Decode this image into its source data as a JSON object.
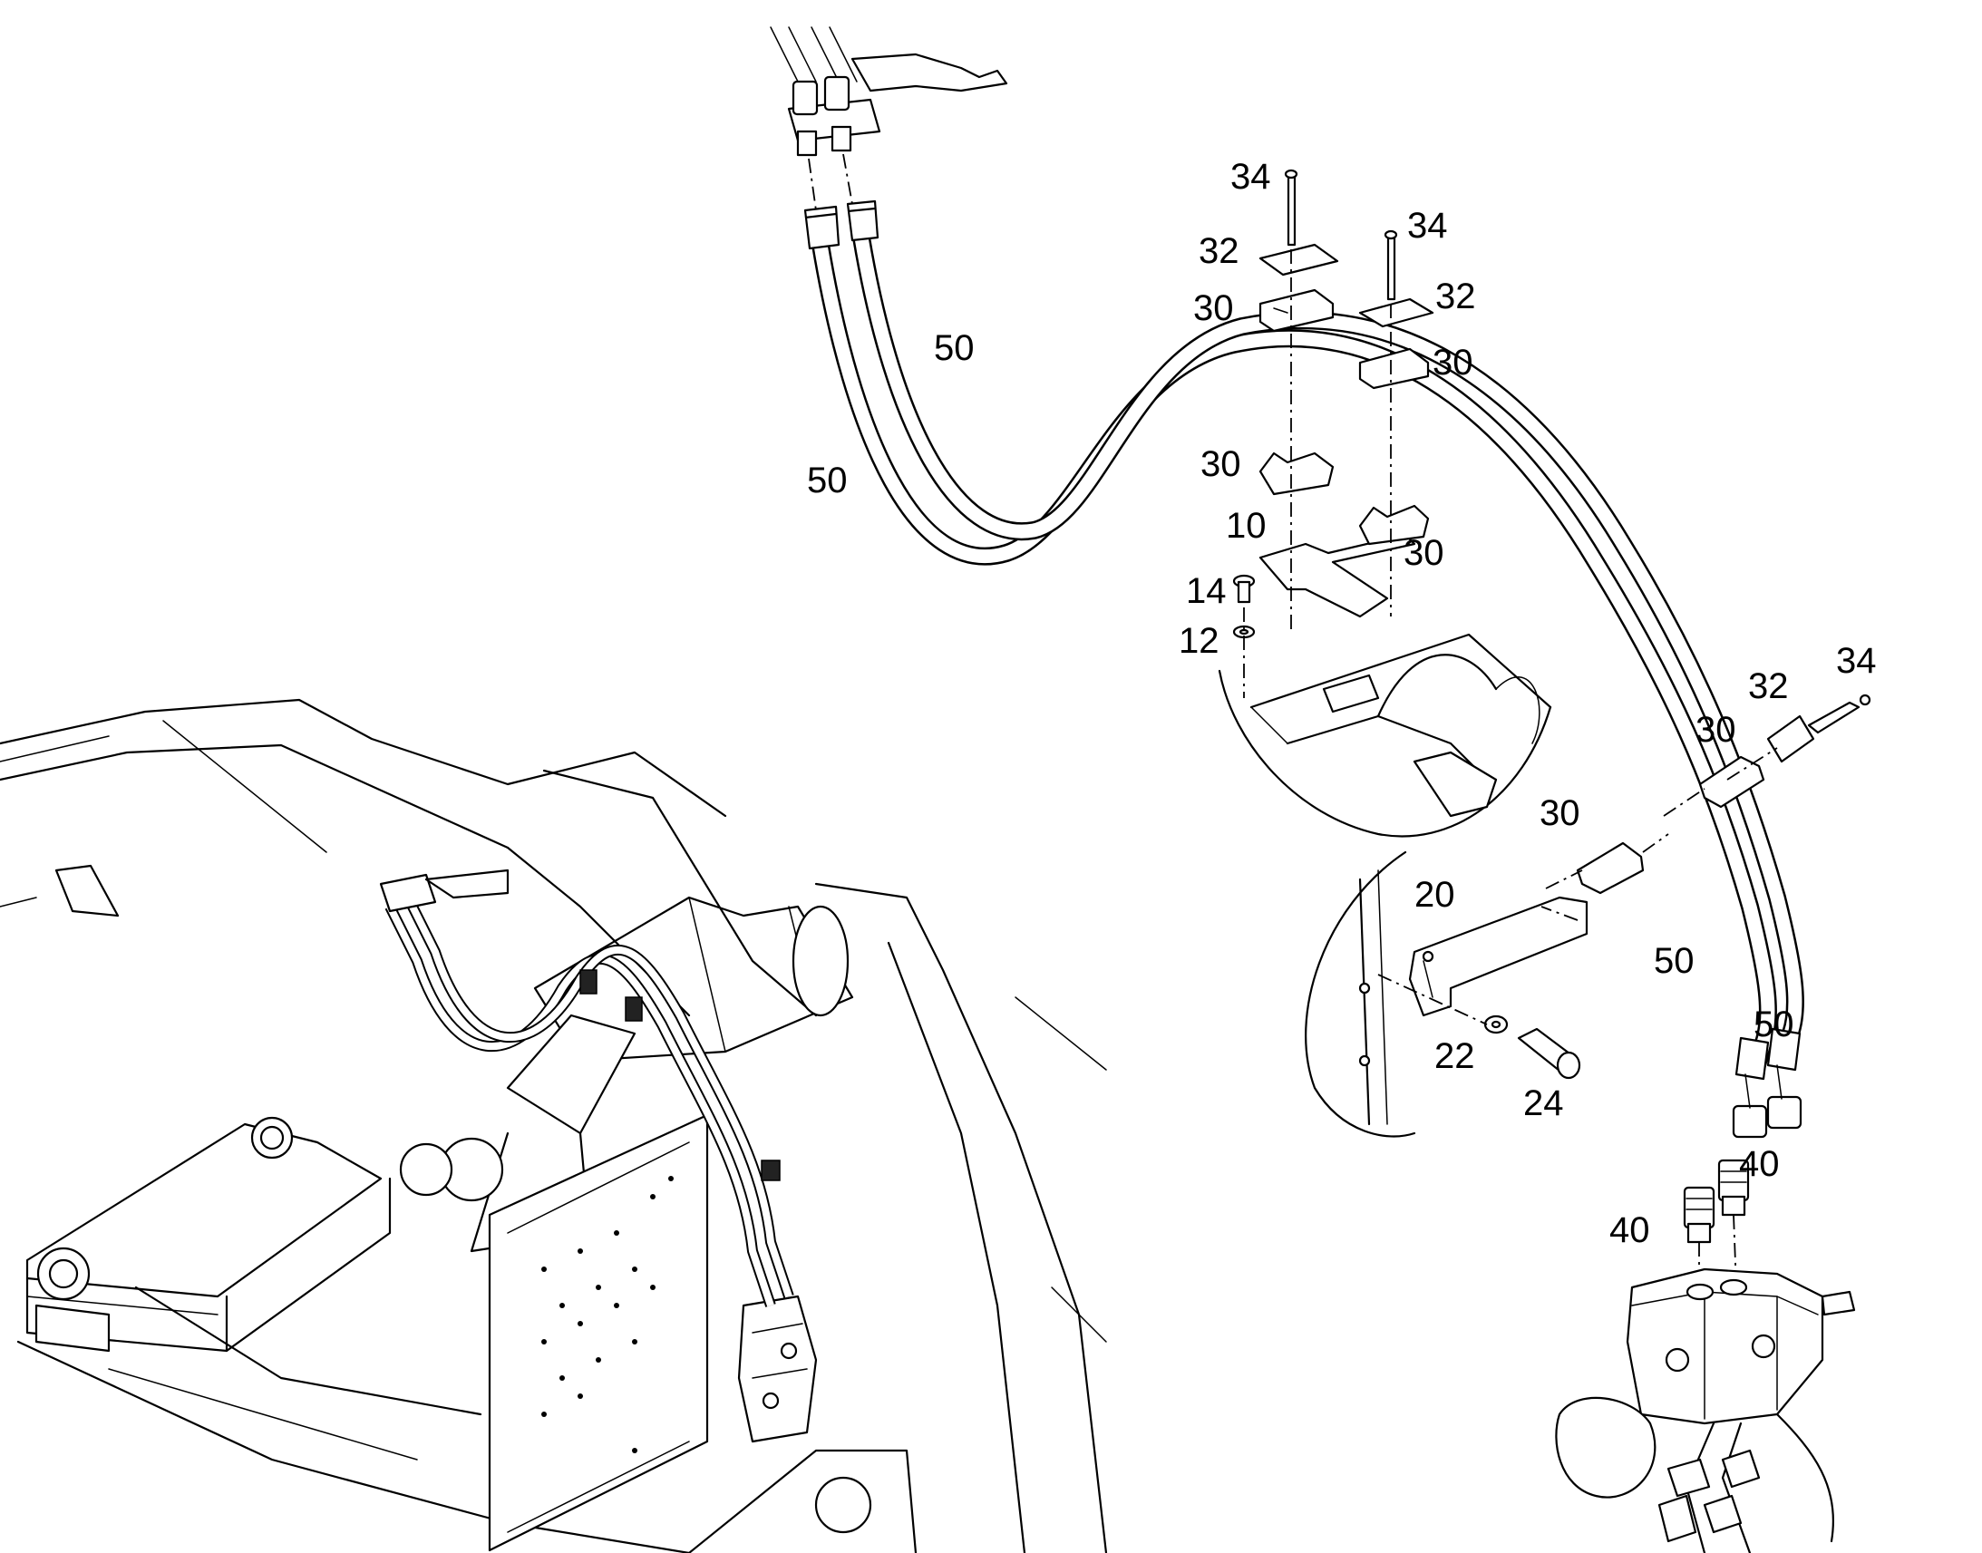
{
  "callouts": {
    "c34a": "34",
    "c34b": "34",
    "c34c": "34",
    "c32a": "32",
    "c32b": "32",
    "c32c": "32",
    "c30a": "30",
    "c30b": "30",
    "c30c": "30",
    "c30d": "30",
    "c30e": "30",
    "c30f": "30",
    "c50a": "50",
    "c50b": "50",
    "c50c": "50",
    "c50d": "50",
    "c10": "10",
    "c14": "14",
    "c12": "12",
    "c20": "20",
    "c22": "22",
    "c24": "24",
    "c40a": "40",
    "c40b": "40"
  }
}
